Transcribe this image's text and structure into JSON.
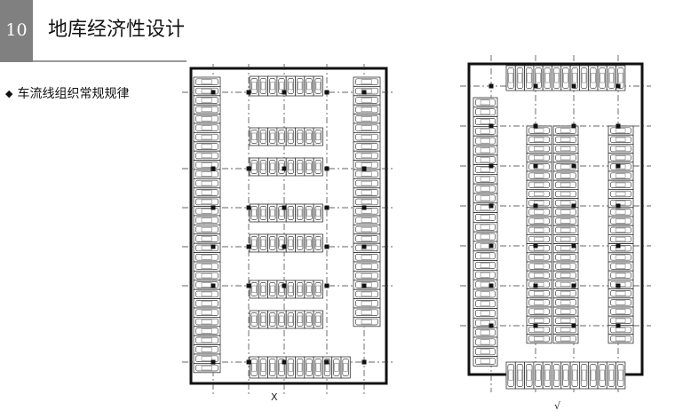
{
  "header": {
    "number": "10",
    "title": "地库经济性设计"
  },
  "bullet": {
    "mark": "◆",
    "text": "车流线组织常规规律"
  },
  "plans": [
    {
      "verdict": "X"
    },
    {
      "verdict": "√"
    }
  ]
}
